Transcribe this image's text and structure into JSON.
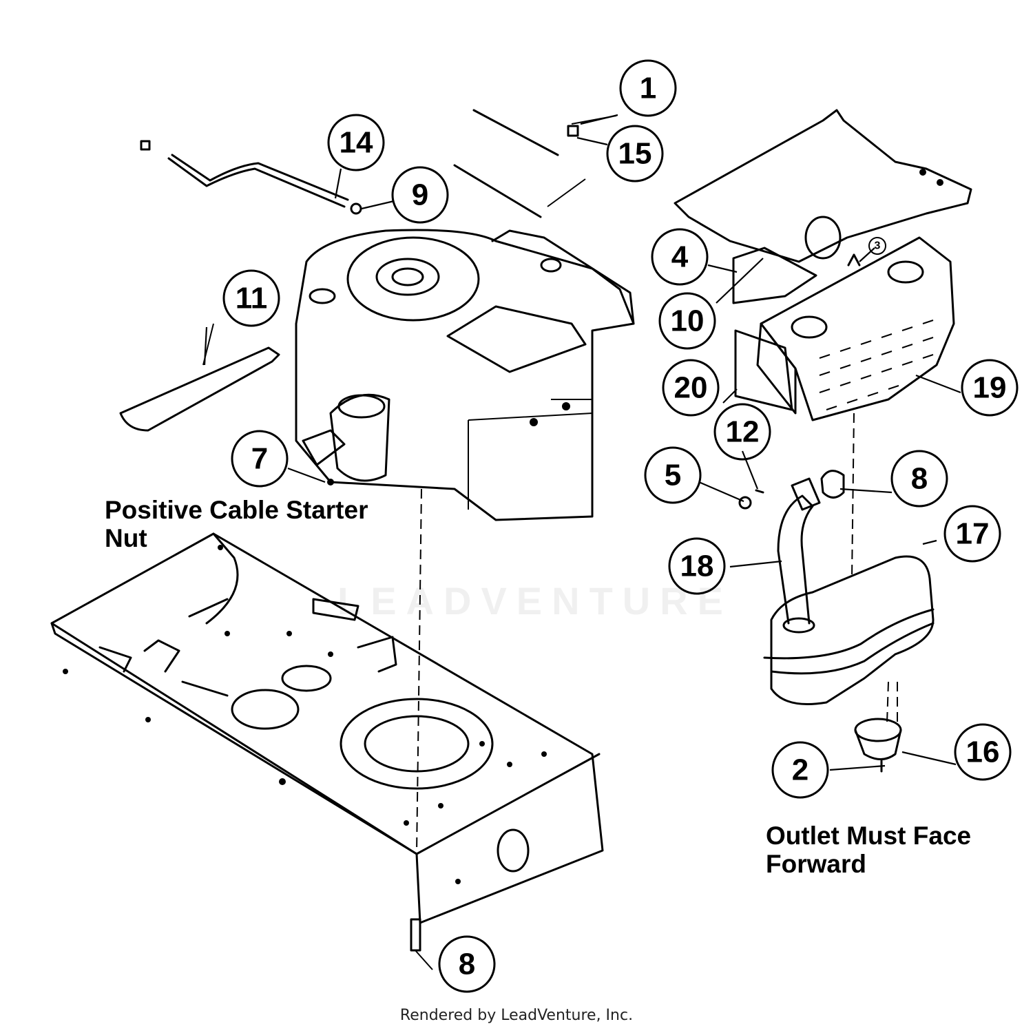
{
  "callouts": [
    {
      "id": "c1",
      "label": "1"
    },
    {
      "id": "c2",
      "label": "2"
    },
    {
      "id": "c3",
      "label": "3"
    },
    {
      "id": "c4",
      "label": "4"
    },
    {
      "id": "c5",
      "label": "5"
    },
    {
      "id": "c7",
      "label": "7"
    },
    {
      "id": "c8a",
      "label": "8"
    },
    {
      "id": "c8b",
      "label": "8"
    },
    {
      "id": "c9",
      "label": "9"
    },
    {
      "id": "c10",
      "label": "10"
    },
    {
      "id": "c11",
      "label": "11"
    },
    {
      "id": "c12",
      "label": "12"
    },
    {
      "id": "c14",
      "label": "14"
    },
    {
      "id": "c15",
      "label": "15"
    },
    {
      "id": "c16",
      "label": "16"
    },
    {
      "id": "c17",
      "label": "17"
    },
    {
      "id": "c18",
      "label": "18"
    },
    {
      "id": "c19",
      "label": "19"
    },
    {
      "id": "c20",
      "label": "20"
    }
  ],
  "notes": {
    "left_line1": "Positive Cable Starter",
    "left_line2": "Nut",
    "right_line1": "Outlet Must Face",
    "right_line2": "Forward"
  },
  "watermark": "LEADVENTURE",
  "credit": "Rendered by LeadVenture, Inc."
}
